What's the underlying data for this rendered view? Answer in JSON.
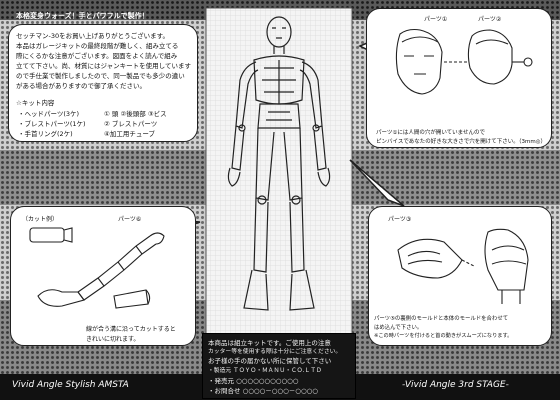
{
  "instruction_sheet": {
    "top_left": {
      "heading": "本格変身ウォーズ！手とパワフルで製作！",
      "intro_lines": [
        "セッチマン-30をお買い上げありがとうございます。",
        "本品はガレージキットの最終段階が難しく、組み立てる",
        "際にくるかな注意がございます。図面をよく読んで組み",
        "立てて下さい。尚、材質にはジャンキートを使用しています",
        "ので手仕業で製作しましたので、同一製品でも多少の違い",
        "がある場合がありますので御了承ください。"
      ],
      "contents_title": "☆キット内容",
      "contents_left": [
        "・ヘッドパーツ(3ケ)",
        "・ブレストパーツ(1ケ)",
        "・手首リング(2ケ)"
      ],
      "contents_right": [
        "① 頭 ②後頭部 ③ビス",
        "② ブレストパーツ",
        "④加工用チューブ"
      ]
    },
    "top_right": {
      "part_label_1": "パーツ①",
      "part_label_2": "パーツ②",
      "note_lines": [
        "パーツ①には人間の穴が開いていませんので",
        "ピンバイスであなたの好きな大きさで穴を開けて下さい。（3mm◎）"
      ]
    },
    "bottom_left": {
      "cut_label": "（カット例）",
      "part_label": "パーツ⑥",
      "note_lines": [
        "線が合う溝に沿ってカットすると",
        "きれいに切れます。"
      ]
    },
    "bottom_right": {
      "part_label": "パーツ③",
      "note_lines": [
        "パーツ⑤の裏側のモールドと本体のモールドを合わせて",
        "はめ込んで下さい。",
        "※この時パーツを付けると首の動きがスムーズになります。"
      ]
    },
    "center_box": {
      "lines": [
        "本商品は組立キットです。ご使用上の注意",
        "カッター等を使用する際は十分にご注意ください。",
        "お子様の手の届かない所に保管して下さい",
        "・製造元 ＴＯＹＯ・ＭＡＮＵ・ＣＯ.ＬＴＤ",
        "・発売元 ○○○○○○○○○○○",
        "・お問合せ ○○○○－○○○－○○○○"
      ]
    },
    "footer": {
      "left": "Vivid Angle Stylish AMSTA",
      "right": "-Vivid Angle 3rd STAGE-"
    }
  }
}
